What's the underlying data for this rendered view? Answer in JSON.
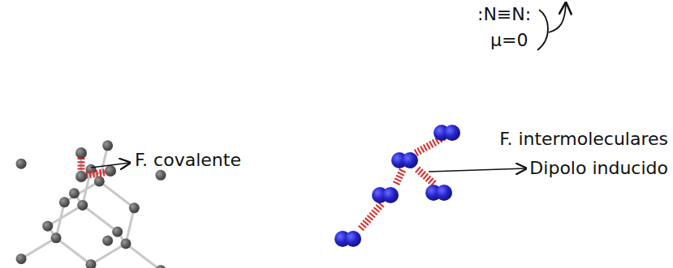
{
  "diagram": {
    "labels": [
      ":N≡N:",
      "μ=0",
      "F. covalente",
      "F. intermoleculares",
      "Dipolo inducido"
    ]
  }
}
